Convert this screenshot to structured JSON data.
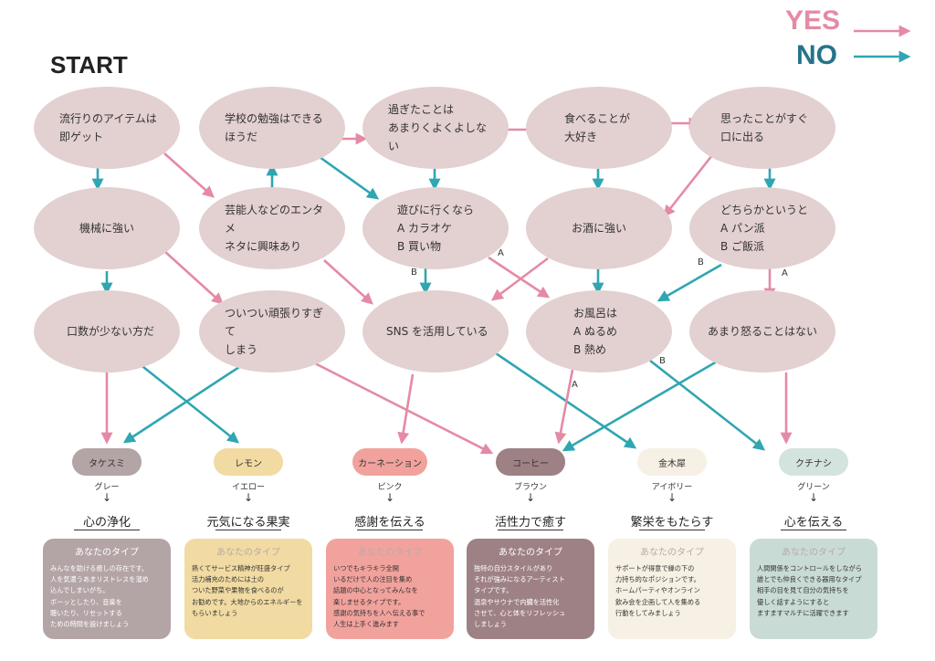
{
  "legend": {
    "yes": {
      "label": "YES",
      "color": "#e58aa5"
    },
    "no": {
      "label": "NO",
      "color": "#2fa6b2"
    }
  },
  "start_label": "START",
  "questions": {
    "q1": "流行りのアイテムは\n即ゲット",
    "q2": "学校の勉強はできる\nほうだ",
    "q3": "過ぎたことは\nあまりくよくよしない",
    "q4": "食べることが\n大好き",
    "q5": "思ったことがすぐ\n口に出る",
    "q6": "機械に強い",
    "q7": "芸能人などのエンタメ\nネタに興味あり",
    "q8": "遊びに行くなら\nA カラオケ\nB 買い物",
    "q9": "お酒に強い",
    "q10": "どちらかというと\nA パン派\nB ご飯派",
    "q11": "口数が少ない方だ",
    "q12": "ついつい頑張りすぎて\nしまう",
    "q13": "SNS を活用している",
    "q14": "お風呂は\nA ぬるめ\nB 熱め",
    "q15": "あまり怒ることはない"
  },
  "branch_labels": {
    "q8_a": "A",
    "q8_b": "B",
    "q10_b": "B",
    "q10_a": "A",
    "q14_a": "A",
    "q14_b": "B"
  },
  "results": [
    {
      "name": "タケスミ",
      "color_name": "グレー",
      "title": "心の浄化",
      "card_header": "あなたのタイプ",
      "card_text": "みんなを助ける癒しの存在です。\n人を気遣うあまリストレスを溜め\n込んでしまいがち。\nボーッとしたり、音楽を\n聴いたり、リセットする\nための時間を設けましょう",
      "pill_color": "#b3a4a6",
      "card_color": "#b3a4a6",
      "text_light": true
    },
    {
      "name": "レモン",
      "color_name": "イエロー",
      "title": "元気になる果実",
      "card_header": "あなたのタイプ",
      "card_text": "熱くてサービス精神が旺盛タイプ\n活力補充のためには土の\nついた野菜や果物を食べるのが\nお勧めです。大地からのエネルギーを\nもらいましょう",
      "pill_color": "#f1dba2",
      "card_color": "#f1dba2",
      "text_light": false
    },
    {
      "name": "カーネーション",
      "color_name": "ピンク",
      "title": "感謝を伝える",
      "card_header": "あなたのタイプ",
      "card_text": "いつでもキラキラ全開\nいるだけで人の注目を集め\n話題の中心となってみんなを\n楽しませるタイプです。\n感謝の気持ちを人へ伝える事で\n人生は上手く進みます",
      "pill_color": "#f2a29d",
      "card_color": "#f2a29d",
      "text_light": false
    },
    {
      "name": "コーヒー",
      "color_name": "ブラウン",
      "title": "活性力で癒す",
      "card_header": "あなたのタイプ",
      "card_text": "独特の自分スタイルがあり\nそれが強みになるアーティスト\nタイプです。\n温泉やサウナで内臓を活性化\nさせて、心と体をリフレッシュ\nしましょう",
      "pill_color": "#9e8184",
      "card_color": "#9e8184",
      "text_light": true
    },
    {
      "name": "金木犀",
      "color_name": "アイボリー",
      "title": "繁栄をもたらす",
      "card_header": "あなたのタイプ",
      "card_text": "サポートが得意で縁の下の\n力持ち的なポジションです。\nホームパーティやオンライン\n飲み会を企画して人を集める\n行動をしてみましょう",
      "pill_color": "#f7f0e4",
      "card_color": "#f7f0e4",
      "text_light": false
    },
    {
      "name": "クチナシ",
      "color_name": "グリーン",
      "title": "心を伝える",
      "card_header": "あなたのタイプ",
      "card_text": "人間関係をコントロールをしながら\n誰とでも仲良くできる器用なタイプ\n相手の目を見て自分の気持ちを\n優しく話すようにすると\nますますマルチに活躍できます",
      "pill_color": "#d3e3dd",
      "card_color": "#c9dbd5",
      "text_light": false
    }
  ]
}
